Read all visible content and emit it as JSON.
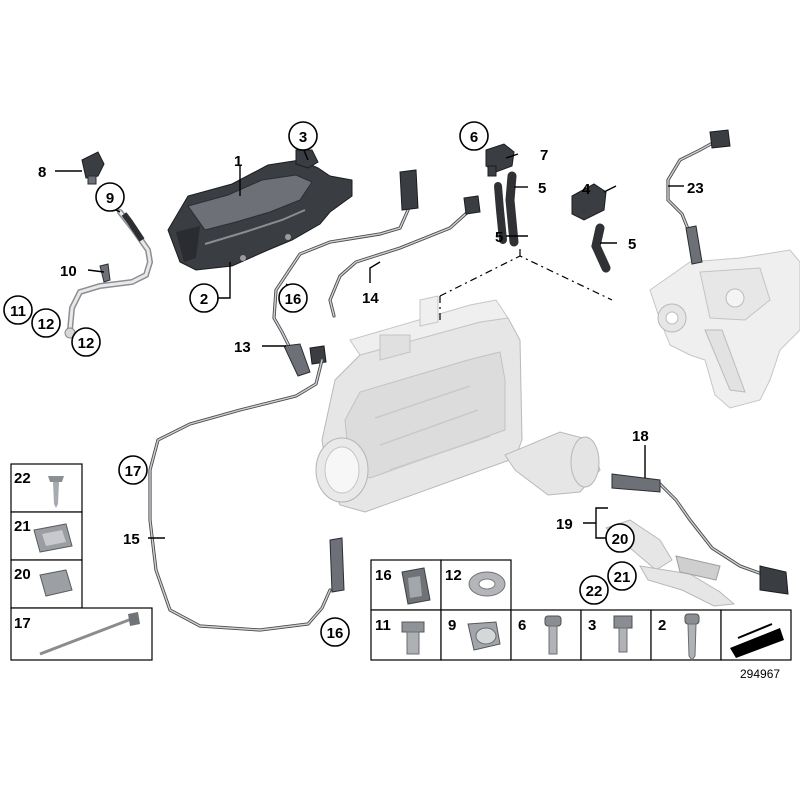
{
  "diagram": {
    "reference_number": "294967",
    "callouts": {
      "c1": "1",
      "c2": "2",
      "c3": "3",
      "c4": "4",
      "c5a": "5",
      "c5b": "5",
      "c5c": "5",
      "c6": "6",
      "c7": "7",
      "c8": "8",
      "c9": "9",
      "c10": "10",
      "c11": "11",
      "c12a": "12",
      "c12b": "12",
      "c13": "13",
      "c14": "14",
      "c15": "15",
      "c16a": "16",
      "c16b": "16",
      "c17": "17",
      "c18": "18",
      "c19": "19",
      "c20": "20",
      "c21": "21",
      "c22": "22",
      "c23": "23"
    },
    "legend_left": [
      "22",
      "21",
      "20",
      "17"
    ],
    "legend_bottom_row1": [
      "16",
      "12"
    ],
    "legend_bottom_row2": [
      "11",
      "9",
      "6",
      "3",
      "2"
    ]
  }
}
